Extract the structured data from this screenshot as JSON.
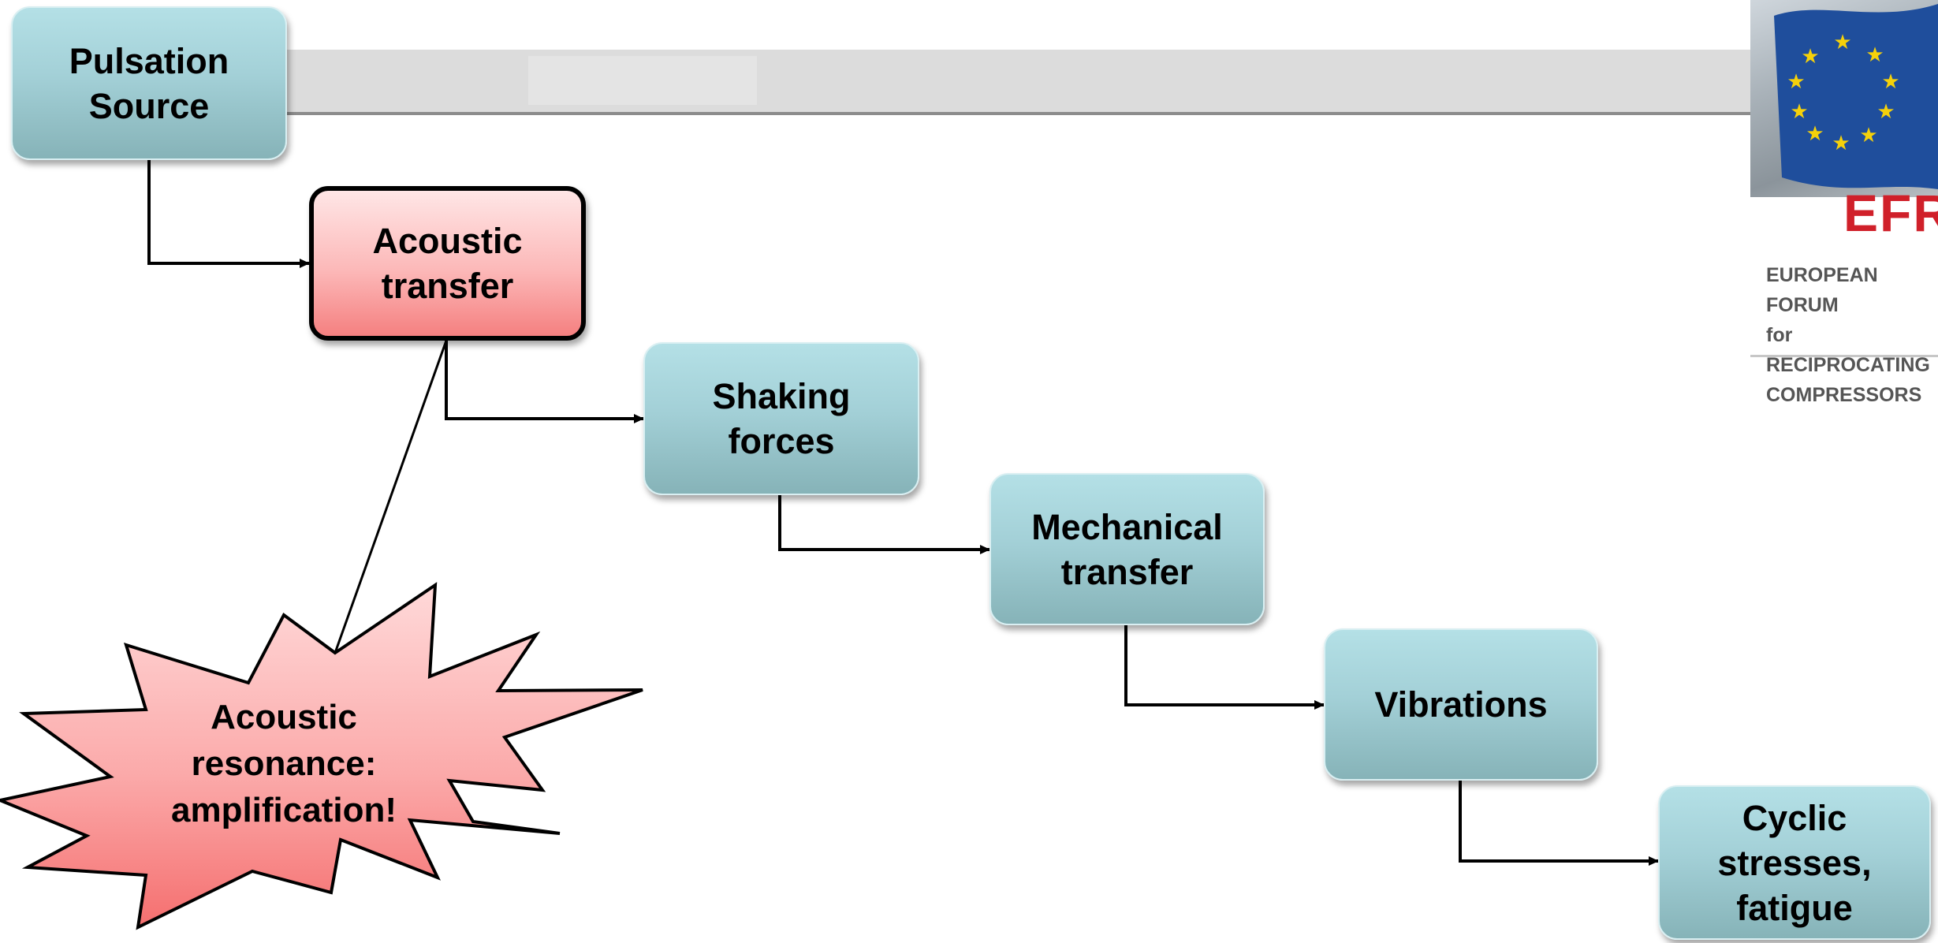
{
  "flow": {
    "pulsation_source": "Pulsation\nSource",
    "acoustic_transfer": "Acoustic\ntransfer",
    "shaking_forces": "Shaking\nforces",
    "mechanical_transfer": "Mechanical\ntransfer",
    "vibrations": "Vibrations",
    "cyclic_stresses": "Cyclic\nstresses,\nfatigue"
  },
  "callout": {
    "text": "Acoustic\nresonance:\namplification!"
  },
  "logo": {
    "brand": "EFRC",
    "subtitle": "EUROPEAN FORUM\nfor RECIPROCATING\nCOMPRESSORS"
  },
  "colors": {
    "box_fill": "#a3d0d7",
    "highlight_fill": "#fcb8b8",
    "brand_red": "#d0202a",
    "eu_blue": "#1f4e9c",
    "star_yellow": "#f5d10a"
  }
}
